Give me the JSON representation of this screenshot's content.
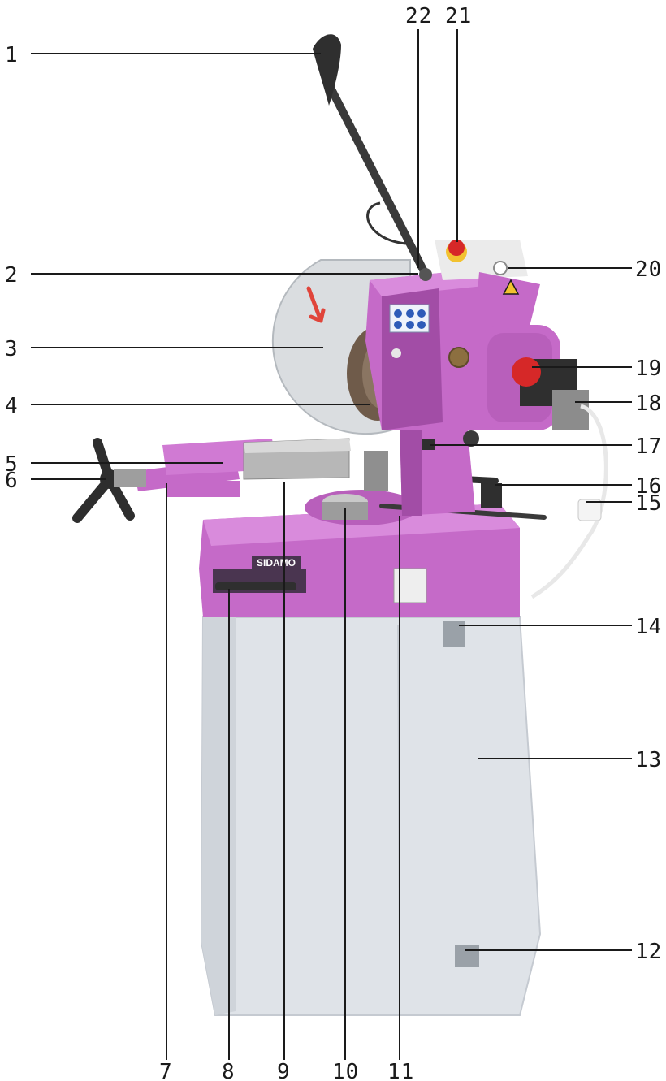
{
  "brand_label": "SIDAMO",
  "colors": {
    "machine_body": "#c56ac8",
    "machine_shadow": "#a24da6",
    "base_cabinet": "#dfe3e8",
    "blade_guard": "#dadde0",
    "handle": "#3a3a3a",
    "estop": "#d62828",
    "estop_ring": "#f2c230"
  },
  "callouts": [
    {
      "id": "c1",
      "number": "1"
    },
    {
      "id": "c2",
      "number": "2"
    },
    {
      "id": "c3",
      "number": "3"
    },
    {
      "id": "c4",
      "number": "4"
    },
    {
      "id": "c5",
      "number": "5"
    },
    {
      "id": "c6",
      "number": "6"
    },
    {
      "id": "c7",
      "number": "7"
    },
    {
      "id": "c8",
      "number": "8"
    },
    {
      "id": "c9",
      "number": "9"
    },
    {
      "id": "c10",
      "number": "10"
    },
    {
      "id": "c11",
      "number": "11"
    },
    {
      "id": "c12",
      "number": "12"
    },
    {
      "id": "c13",
      "number": "13"
    },
    {
      "id": "c14",
      "number": "14"
    },
    {
      "id": "c15",
      "number": "15"
    },
    {
      "id": "c16",
      "number": "16"
    },
    {
      "id": "c17",
      "number": "17"
    },
    {
      "id": "c18",
      "number": "18"
    },
    {
      "id": "c19",
      "number": "19"
    },
    {
      "id": "c20",
      "number": "20"
    },
    {
      "id": "c21",
      "number": "21"
    },
    {
      "id": "c22",
      "number": "22"
    }
  ]
}
